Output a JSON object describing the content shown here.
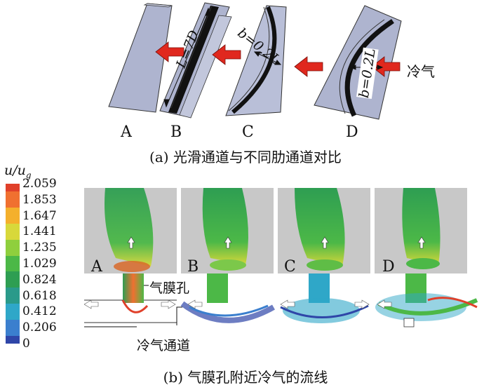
{
  "top": {
    "models": [
      {
        "label": "A"
      },
      {
        "label": "B",
        "dim": "L=7D"
      },
      {
        "label": "C",
        "dim": "b=0.2L"
      },
      {
        "label": "D",
        "dim": "b=0.2L"
      }
    ],
    "cold_air_label": "冷气",
    "caption": "(a) 光滑通道与不同肋通道对比"
  },
  "colorbar": {
    "title_u": "u/u",
    "title_sub": "g",
    "ticks": [
      "2.059",
      "1.853",
      "1.647",
      "1.441",
      "1.235",
      "1.029",
      "0.824",
      "0.618",
      "0.412",
      "0.206",
      "0"
    ],
    "colors": [
      "#e0402a",
      "#f07030",
      "#f4b02c",
      "#d8d83a",
      "#8fcf3d",
      "#4cb847",
      "#2e9e52",
      "#2a9a8a",
      "#2fa7c8",
      "#3b7fce",
      "#2f46a8"
    ]
  },
  "bottom": {
    "panels": [
      "A",
      "B",
      "C",
      "D"
    ],
    "film_hole_label": "气膜孔",
    "channel_label": "冷气通道",
    "caption": "(b) 气膜孔附近冷气的流线"
  }
}
